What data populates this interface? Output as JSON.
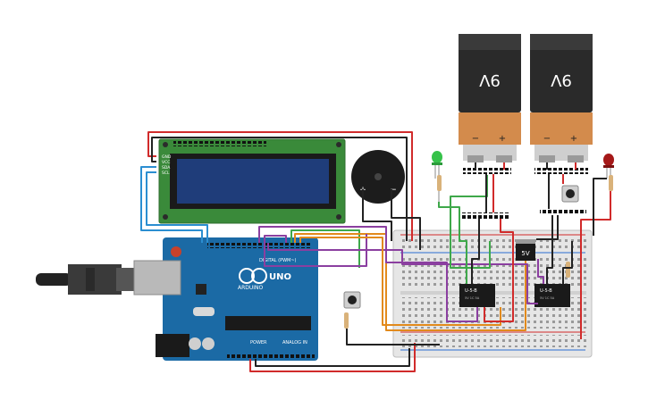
{
  "batteries": [
    {
      "label": "9V",
      "minus": "−",
      "plus": "+"
    },
    {
      "label": "9V",
      "minus": "−",
      "plus": "+"
    }
  ],
  "lcd": {
    "pins": [
      "GND",
      "VCC",
      "SDA",
      "SCL"
    ]
  },
  "buzzer": {
    "plus": "+",
    "minus": "−"
  },
  "arduino": {
    "brand": "ARDUINO",
    "model": "UNO",
    "digital_label": "DIGITAL (PWM~)",
    "power_label": "POWER",
    "analog_label": "ANALOG IN"
  },
  "relays": [
    {
      "label": "U-5-B",
      "subtext": "5V 1C 5A"
    },
    {
      "label": "U-5-B",
      "subtext": "5V 1C 5A"
    }
  ],
  "regulator": {
    "label": "5V"
  },
  "colors": {
    "arduino_blue": "#1b6aa5",
    "breadboard": "#e6e6e6",
    "lcd_green": "#3a8a3a",
    "battery_body": "#2a2a2a",
    "battery_cap": "#d38b4c",
    "wire_red": "#d12b2b",
    "wire_black": "#222222",
    "wire_green": "#3ea84a",
    "wire_orange": "#e28a1c",
    "wire_purple": "#8b3fa0",
    "wire_blue": "#2b8ed1"
  }
}
